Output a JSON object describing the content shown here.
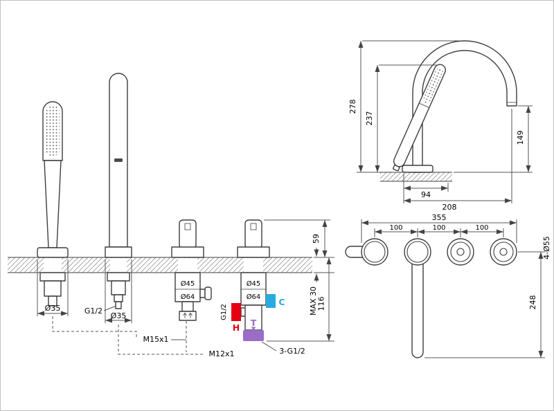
{
  "front_view": {
    "shower_diameter": "Ø35",
    "column_thread": "G1/2",
    "column_diameter": "Ø35",
    "diverter_d45": "Ø45",
    "diverter_d64": "Ø64",
    "diverter_bottom_thread": "M15x1",
    "hose_thread": "M12x1",
    "mixer_d45": "Ø45",
    "mixer_d64": "Ø64",
    "mixer_inlet_thread": "G1/2",
    "hot_label": "H",
    "tub_label": "T",
    "cold_label": "C",
    "bottom_connections": "3-G1/2",
    "dim_handle_above_deck": "59",
    "dim_deck_thickness": "MAX 30",
    "dim_below_deck": "116"
  },
  "side_view": {
    "dim_spout_height": "278",
    "dim_handshower_height": "237",
    "dim_outlet_height": "149",
    "dim_base_offset": "94",
    "dim_spout_reach": "208"
  },
  "top_view": {
    "dim_total_span": "355",
    "dim_hole_spacing_1": "100",
    "dim_hole_spacing_2": "100",
    "dim_hole_spacing_3": "100",
    "hole_diameter_note": "4-Ø55",
    "dim_spout_length": "248"
  },
  "colors": {
    "hot": "#e60014",
    "cold": "#29abe2",
    "tub": "#9b6dc6"
  }
}
